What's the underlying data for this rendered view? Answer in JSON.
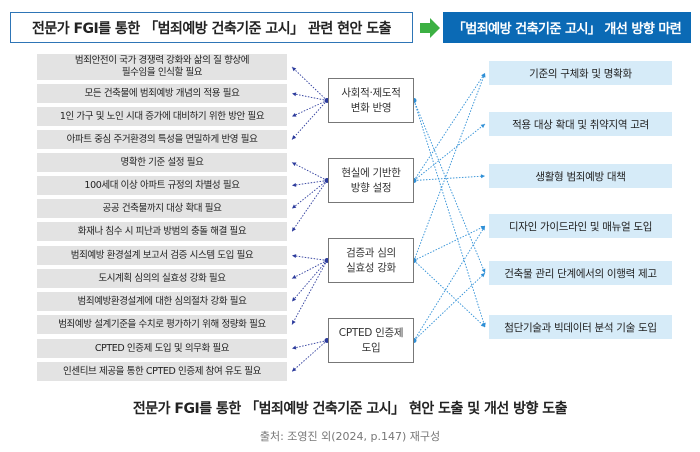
{
  "header": {
    "left_title": "전문가 FGI를 통한 「범죄예방 건축기준 고시」 관련 현안 도출",
    "right_title": "「범죄예방 건축기준 고시」 개선 방향 마련",
    "arrow_icon": "right-arrow-icon",
    "arrow_color": "#3cb043",
    "accent_color": "#0b6ab5"
  },
  "issues": [
    {
      "label": "범죄안전이 국가 경쟁력 강화와 삶의 질 향상에\n필수임을 인식할 필요"
    },
    {
      "label": "모든 건축물에 범죄예방 개념의 적용 필요"
    },
    {
      "label": "1인 가구 및 노인 시대 증가에 대비하기 위한 방안 필요"
    },
    {
      "label": "아파트 중심 주거환경의 특성을 면밀하게 반영 필요"
    },
    {
      "label": "명확한 기준 설정 필요"
    },
    {
      "label": "100세대 이상 아파트 규정의 차별성 필요"
    },
    {
      "label": "공공 건축물까지 대상 확대 필요"
    },
    {
      "label": "화재나 침수 시 피난과 방범의 충돌 해결 필요"
    },
    {
      "label": "범죄예방 환경설계 보고서 검증 시스템 도입 필요"
    },
    {
      "label": "도시계획 심의의 실효성 강화 필요"
    },
    {
      "label": "범죄예방환경설계에 대한 심의절차 강화 필요"
    },
    {
      "label": "범죄예방 설계기준을 수치로 평가하기 위해 정량화 필요"
    },
    {
      "label": "CPTED 인증제 도입 및 의무화 필요"
    },
    {
      "label": "인센티브 제공을 통한 CPTED 인증제 참여 유도 필요"
    }
  ],
  "categories": [
    {
      "label": "사회적·제도적\n변화 반영",
      "issues": [
        0,
        1,
        2,
        3
      ],
      "directions": [
        4,
        5
      ]
    },
    {
      "label": "현실에 기반한\n방향 설정",
      "issues": [
        4,
        5,
        6,
        7
      ],
      "directions": [
        0,
        1,
        2
      ]
    },
    {
      "label": "검증과 심의\n실효성 강화",
      "issues": [
        8,
        9,
        10,
        11
      ],
      "directions": [
        0,
        3,
        5
      ]
    },
    {
      "label": "CPTED 인증제\n도입",
      "issues": [
        12,
        13
      ],
      "directions": [
        3,
        4
      ]
    }
  ],
  "directions": [
    {
      "label": "기준의 구체화 및 명확화"
    },
    {
      "label": "적용 대상 확대 및 취약지역 고려"
    },
    {
      "label": "생활형 범죄예방 대책"
    },
    {
      "label": "디자인 가이드라인 및 매뉴얼 도입"
    },
    {
      "label": "건축물 관리 단계에서의 이행력 제고"
    },
    {
      "label": "첨단기술과 빅데이터 분석 기술 도입"
    }
  ],
  "caption": "전문가 FGI를 통한 「범죄예방 건축기준 고시」 현안 도출 및 개선 방향 도출",
  "source": "출처: 조영진 외(2024, p.147) 재구성",
  "colors": {
    "left_link": "#2b3a9c",
    "right_link": "#2e8fd6"
  }
}
